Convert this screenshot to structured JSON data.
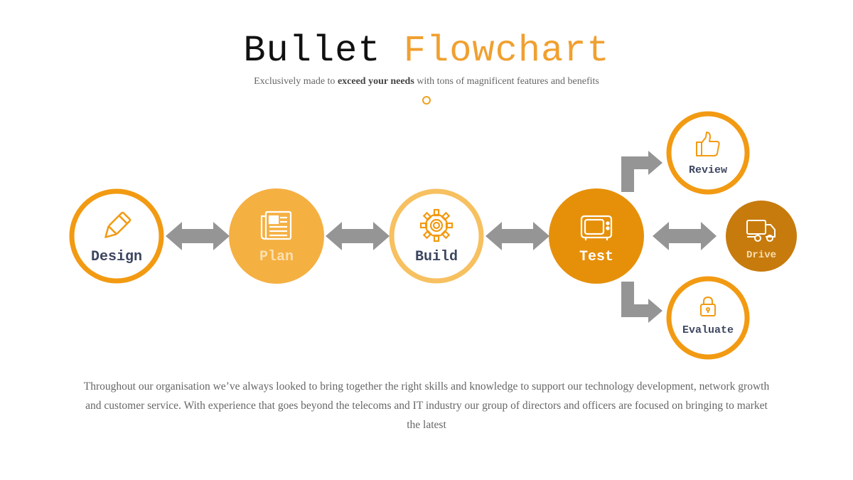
{
  "header": {
    "title_part1": "Bullet",
    "title_part2": "Flowchart",
    "subtitle_prefix": "Exclusively made to",
    "subtitle_bold": "exceed your needs",
    "subtitle_suffix": "with tons of magnificent features and benefits"
  },
  "nodes": [
    {
      "label": "Design",
      "icon": "pencil-icon"
    },
    {
      "label": "Plan",
      "icon": "newspaper-icon"
    },
    {
      "label": "Build",
      "icon": "gear-icon"
    },
    {
      "label": "Test",
      "icon": "monitor-icon"
    },
    {
      "label": "Review",
      "icon": "thumbs-up-icon"
    },
    {
      "label": "Drive",
      "icon": "truck-icon"
    },
    {
      "label": "Evaluate",
      "icon": "lock-icon"
    }
  ],
  "colors": {
    "orange": "#f29a12",
    "light_orange": "#f5b042",
    "pale_orange": "#f7c060",
    "dark_orange": "#e6900a",
    "brown_orange": "#c77b0d",
    "arrow_gray": "#959595",
    "label_dark": "#3d4660"
  },
  "paragraph": "Throughout our organisation we’ve always looked to bring together the right skills and knowledge to support our technology development, network growth and customer service. With experience that goes beyond the telecoms and IT industry our group of directors and officers are focused on bringing to market the latest"
}
